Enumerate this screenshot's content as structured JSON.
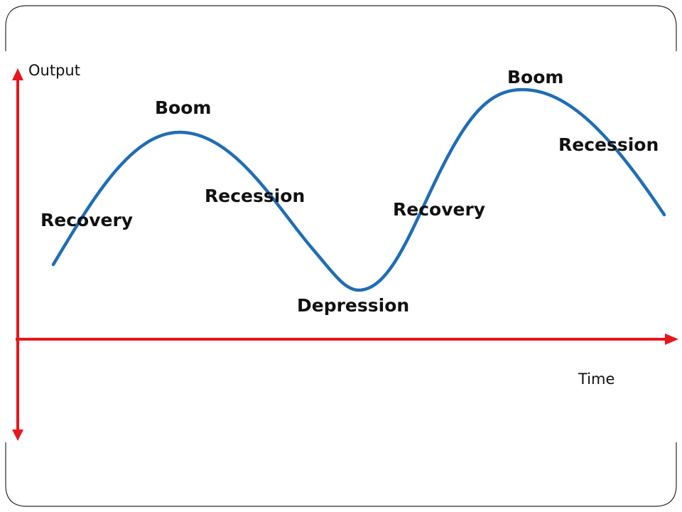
{
  "diagram": {
    "axes": {
      "y_label": "Output",
      "x_label": "Time",
      "axis_color": "#e8161b"
    },
    "curve": {
      "color": "#1f6db5"
    },
    "phases": {
      "recovery_1": "Recovery",
      "boom_1": "Boom",
      "recession_1": "Recession",
      "depression": "Depression",
      "recovery_2": "Recovery",
      "boom_2": "Boom",
      "recession_2": "Recession"
    }
  }
}
